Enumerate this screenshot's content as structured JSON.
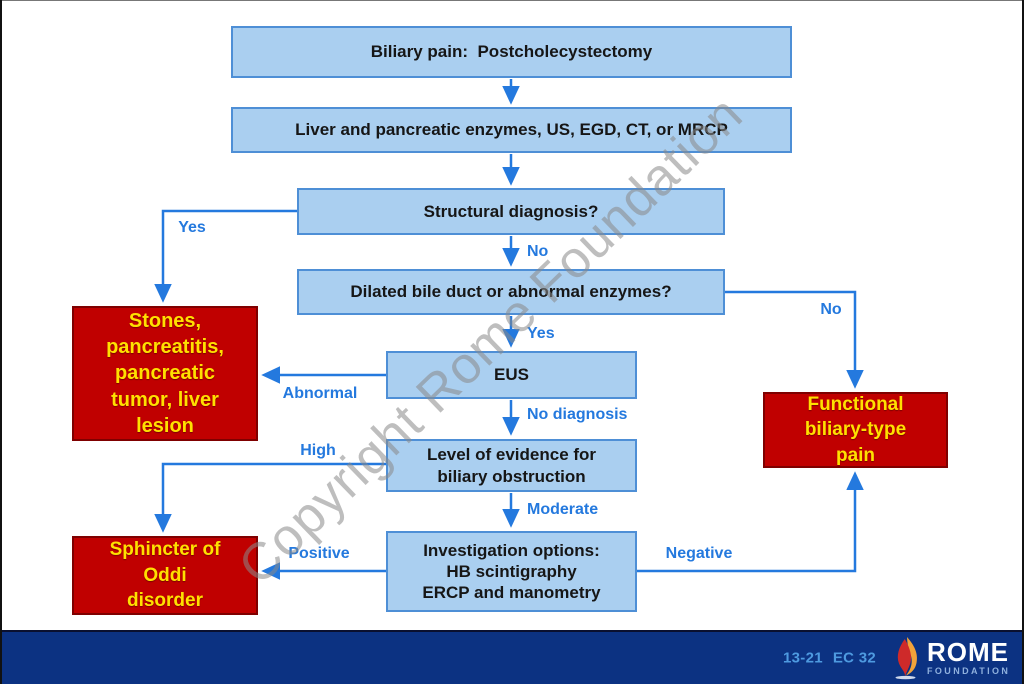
{
  "slide": {
    "watermark": "Copyright Rome Foundation",
    "footer": {
      "slide_code": "13-21",
      "ec_code": "EC 32",
      "logo_name": "ROME",
      "logo_subname": "FOUNDATION"
    },
    "colors": {
      "process_fill": "#AACFF0",
      "process_border": "#4E8FD6",
      "terminal_fill": "#C00000",
      "terminal_border": "#7F0000",
      "terminal_text": "#FFE000",
      "connector": "#2479DE",
      "footer_bar": "#0C3282",
      "footer_text": "#4E9AE0"
    }
  },
  "flowchart": {
    "nodes": {
      "biliary": "Biliary pain:  Postcholecystectomy",
      "workup": "Liver and pancreatic enzymes, US, EGD, CT, or MRCP",
      "structural": "Structural diagnosis?",
      "dilated": "Dilated bile duct or abnormal enzymes?",
      "eus": "EUS",
      "level": "Level of evidence for\nbiliary obstruction",
      "invest": "Investigation options:\nHB scintigraphy\nERCP and manometry",
      "stones": "Stones,\npancreatitis,\npancreatic\ntumor, liver\nlesion",
      "sphincter": "Sphincter of\nOddi\ndisorder",
      "functional": "Functional\nbiliary-type\npain"
    },
    "labels": {
      "structural_yes": "Yes",
      "structural_no": "No",
      "dilated_no": "No",
      "dilated_yes": "Yes",
      "eus_abnormal": "Abnormal",
      "eus_no_diagnosis": "No diagnosis",
      "level_high": "High",
      "level_moderate": "Moderate",
      "invest_positive": "Positive",
      "invest_negative": "Negative"
    },
    "edges": [
      {
        "from": "biliary",
        "to": "workup",
        "label": ""
      },
      {
        "from": "workup",
        "to": "structural",
        "label": ""
      },
      {
        "from": "structural",
        "to": "stones",
        "label": "Yes"
      },
      {
        "from": "structural",
        "to": "dilated",
        "label": "No"
      },
      {
        "from": "dilated",
        "to": "functional",
        "label": "No"
      },
      {
        "from": "dilated",
        "to": "eus",
        "label": "Yes"
      },
      {
        "from": "eus",
        "to": "stones",
        "label": "Abnormal"
      },
      {
        "from": "eus",
        "to": "level",
        "label": "No diagnosis"
      },
      {
        "from": "level",
        "to": "sphincter",
        "label": "High"
      },
      {
        "from": "level",
        "to": "invest",
        "label": "Moderate"
      },
      {
        "from": "invest",
        "to": "sphincter",
        "label": "Positive"
      },
      {
        "from": "invest",
        "to": "functional",
        "label": "Negative"
      }
    ]
  }
}
